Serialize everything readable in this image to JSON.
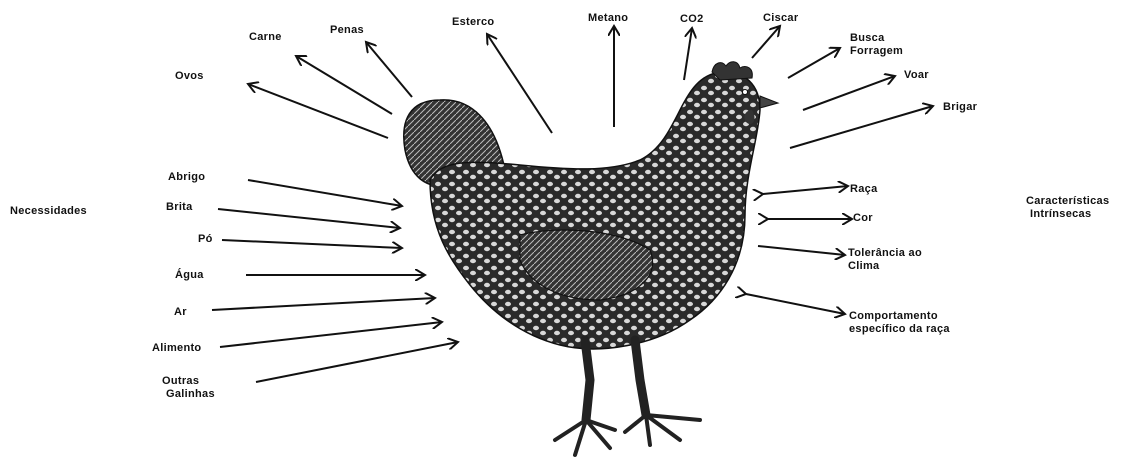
{
  "diagram": {
    "products": {
      "ovos": "Ovos",
      "carne": "Carne",
      "penas": "Penas",
      "esterco": "Esterco",
      "metano": "Metano",
      "co2": "CO2",
      "ciscar": "Ciscar",
      "busca_forragem_1": "Busca",
      "busca_forragem_2": "Forragem",
      "voar": "Voar",
      "brigar": "Brigar"
    },
    "needs": {
      "side_label": "Necessidades",
      "abrigo": "Abrigo",
      "brita": "Brita",
      "po": "Pó",
      "agua": "Água",
      "ar": "Ar",
      "alimento": "Alimento",
      "outras_galinhas_1": "Outras",
      "outras_galinhas_2": "Galinhas"
    },
    "traits": {
      "side_label_1": "Características",
      "side_label_2": "Intrínsecas",
      "raca": "Raça",
      "cor": "Cor",
      "tolerancia_1": "Tolerância ao",
      "tolerancia_2": "Clima",
      "comportamento_1": "Comportamento",
      "comportamento_2": "específico da raça"
    },
    "line_color": "#111111",
    "hen_color": "#2a2a2a"
  }
}
